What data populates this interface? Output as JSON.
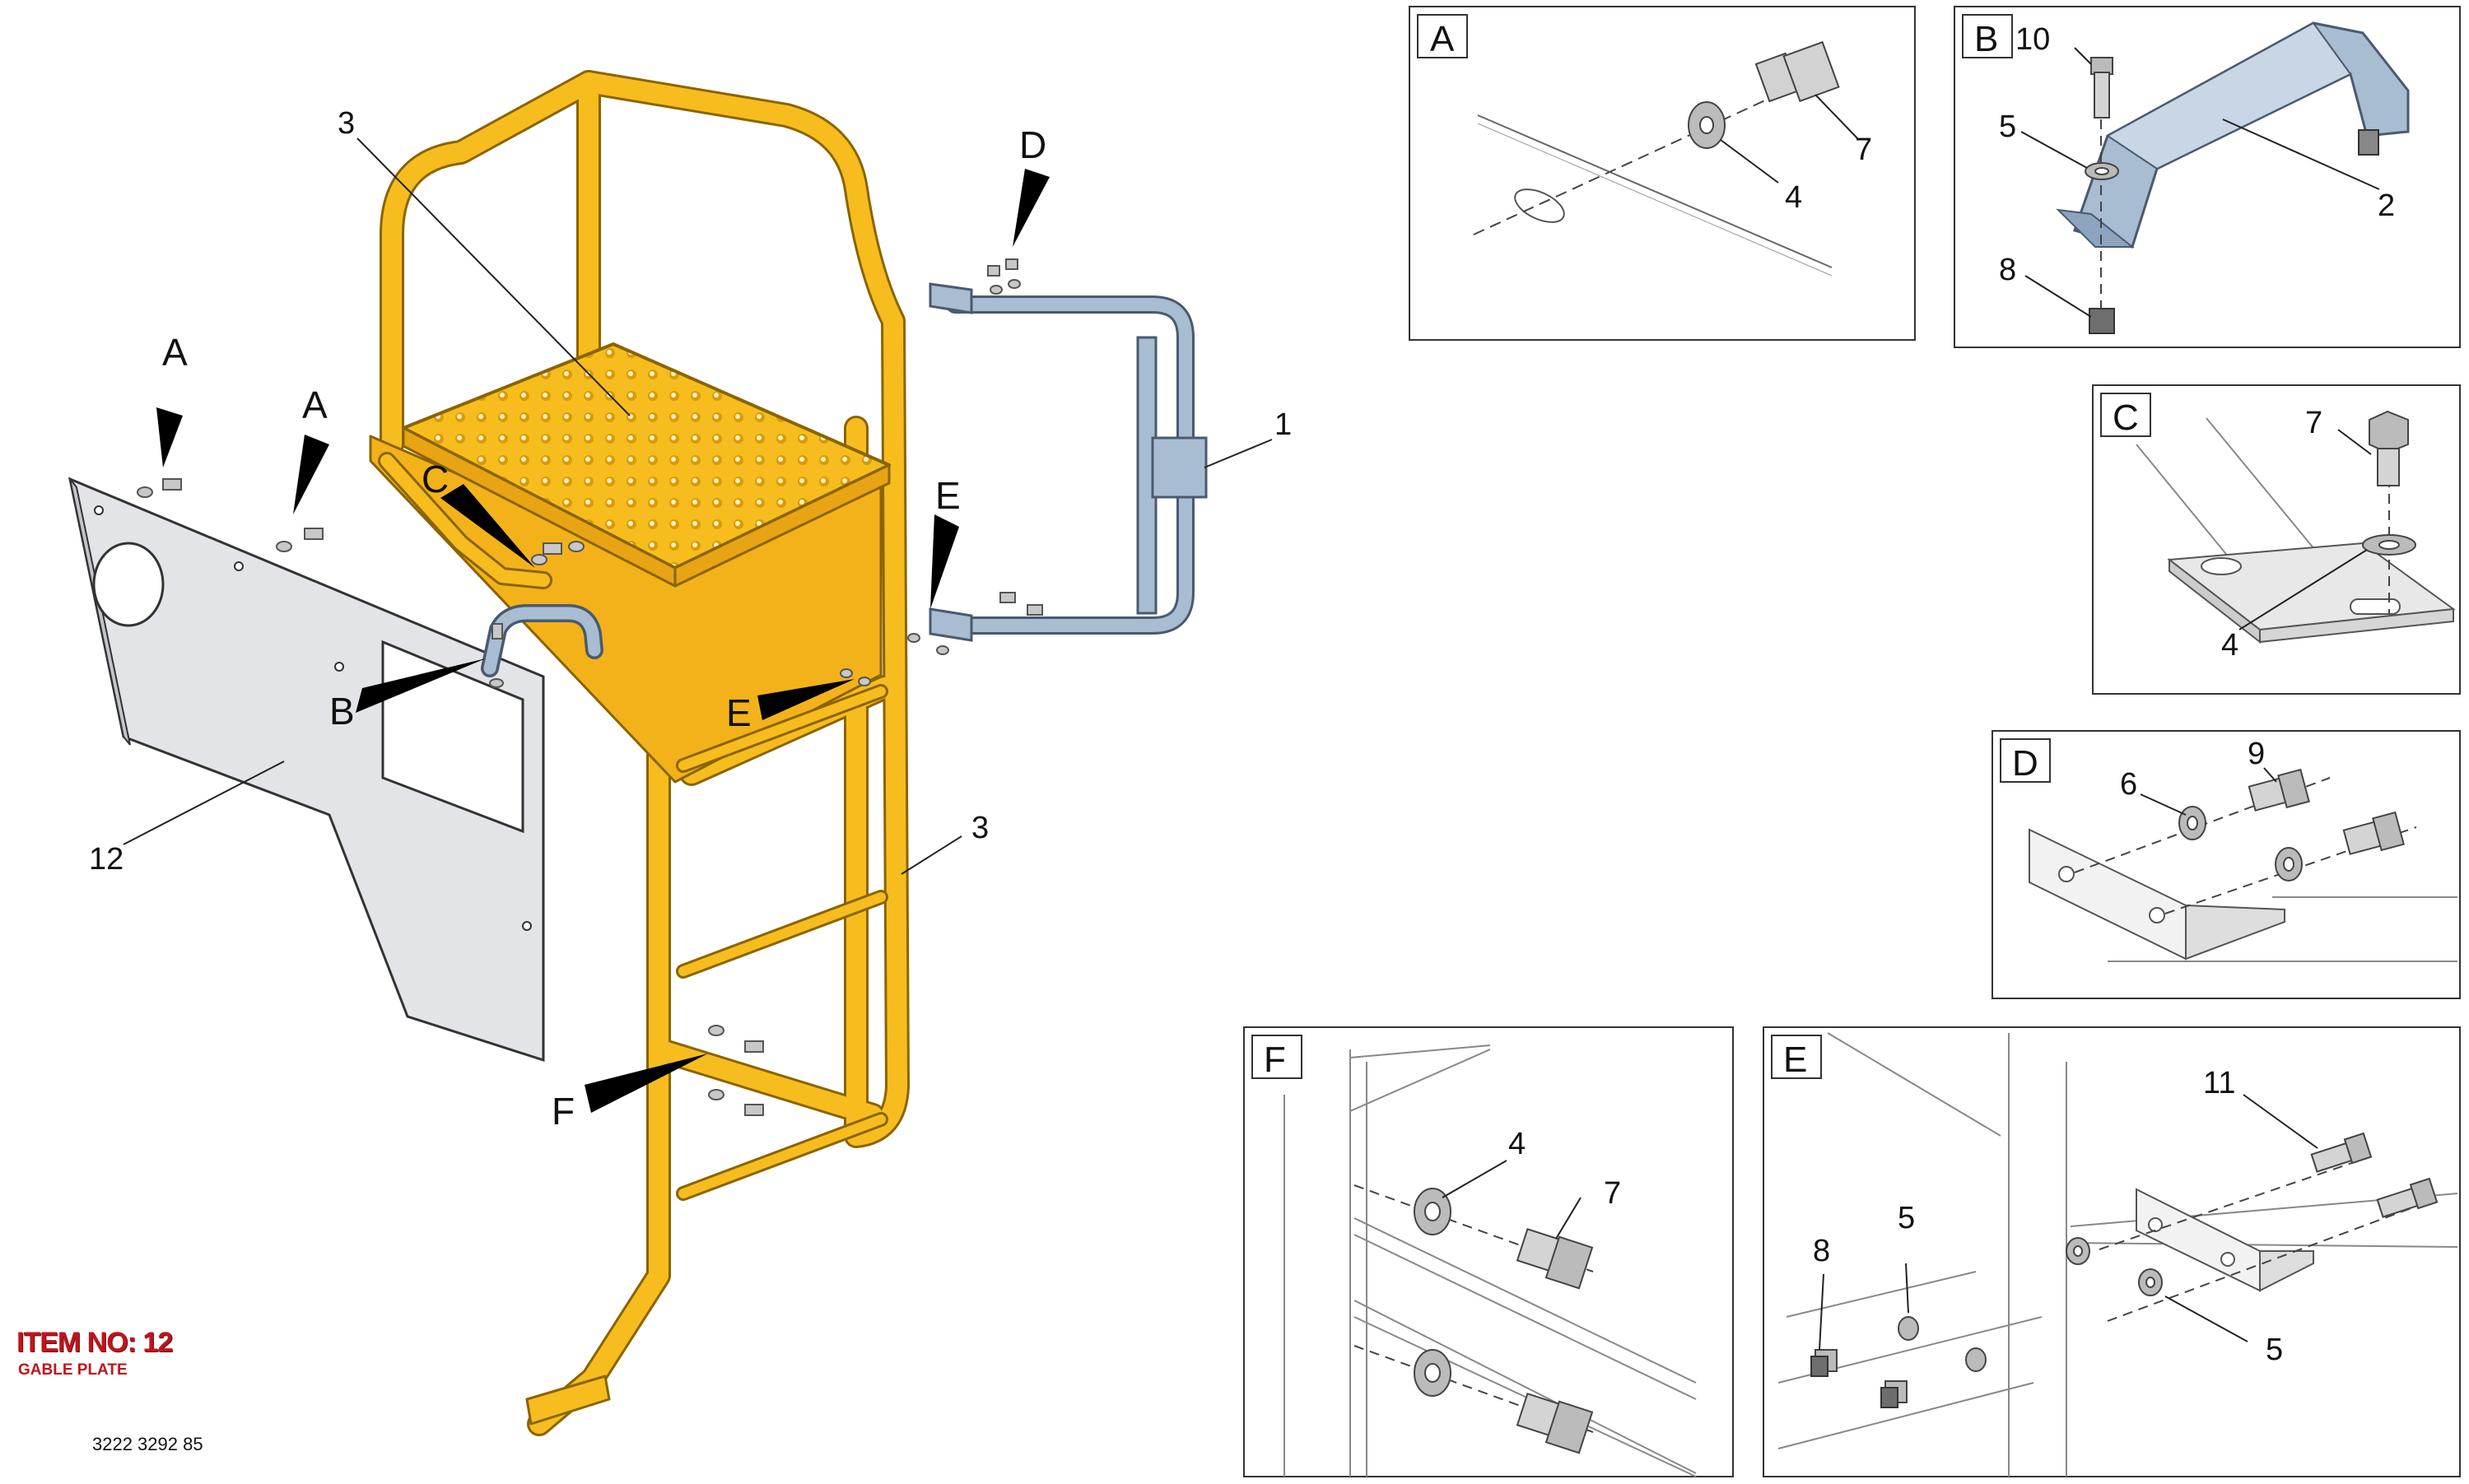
{
  "item": {
    "number_label": "ITEM NO: 12",
    "name": "GABLE PLATE",
    "drawing_number": "3222 3292 85"
  },
  "colors": {
    "ladder": "#f7bd1e",
    "ladder_edge": "#8a6400",
    "bracket": "#a8bcd2",
    "bracket_edge": "#4a5a6e",
    "plate": "#e2e4e8",
    "hardware": "#c8c8c8"
  },
  "main_view": {
    "view_letters": {
      "a1": "A",
      "a2": "A",
      "b": "B",
      "c": "C",
      "d": "D",
      "e1": "E",
      "e2": "E",
      "f": "F"
    },
    "callouts": {
      "c3_top": "3",
      "c3_side": "3",
      "c1": "1",
      "c12": "12"
    }
  },
  "details": {
    "a": {
      "tag": "A",
      "labels": {
        "l7": "7",
        "l4": "4"
      }
    },
    "b": {
      "tag": "B",
      "labels": {
        "l10": "10",
        "l5": "5",
        "l2": "2",
        "l8": "8"
      }
    },
    "c": {
      "tag": "C",
      "labels": {
        "l7": "7",
        "l4": "4"
      }
    },
    "d": {
      "tag": "D",
      "labels": {
        "l9": "9",
        "l6": "6"
      }
    },
    "f": {
      "tag": "F",
      "labels": {
        "l4": "4",
        "l7": "7"
      }
    },
    "e": {
      "tag": "E",
      "labels": {
        "l11": "11",
        "l5a": "5",
        "l8": "8",
        "l5b": "5"
      }
    }
  }
}
